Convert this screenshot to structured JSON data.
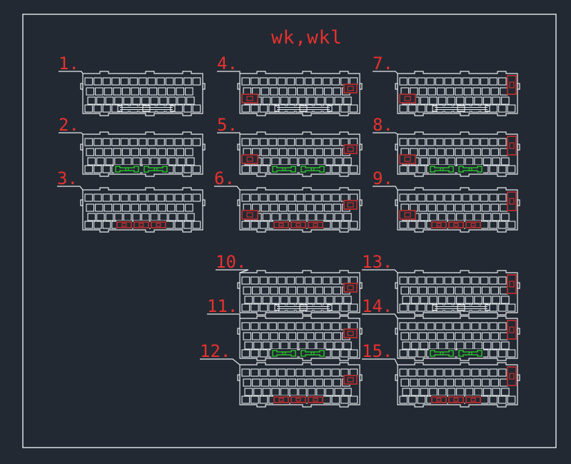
{
  "drawing": {
    "title": "wk,wkl",
    "colors": {
      "background": "#222932",
      "lines": "#e8ecef",
      "annotation_red": "#e8312f",
      "highlight_green": "#2ed42e"
    }
  },
  "layouts": [
    {
      "label": "1.",
      "right_mods": "none",
      "left_mod": false,
      "bottom": "bar"
    },
    {
      "label": "2.",
      "right_mods": "none",
      "left_mod": false,
      "bottom": "green"
    },
    {
      "label": "3.",
      "right_mods": "none",
      "left_mod": false,
      "bottom": "red"
    },
    {
      "label": "4.",
      "right_mods": "single",
      "left_mod": true,
      "bottom": "bar"
    },
    {
      "label": "5.",
      "right_mods": "single",
      "left_mod": true,
      "bottom": "green"
    },
    {
      "label": "6.",
      "right_mods": "single",
      "left_mod": true,
      "bottom": "red"
    },
    {
      "label": "7.",
      "right_mods": "double",
      "left_mod": true,
      "bottom": "bar"
    },
    {
      "label": "8.",
      "right_mods": "double",
      "left_mod": true,
      "bottom": "green"
    },
    {
      "label": "9.",
      "right_mods": "double",
      "left_mod": true,
      "bottom": "red"
    },
    {
      "label": "10.",
      "right_mods": "single",
      "left_mod": false,
      "bottom": "bar"
    },
    {
      "label": "11.",
      "right_mods": "single",
      "left_mod": false,
      "bottom": "green"
    },
    {
      "label": "12.",
      "right_mods": "single",
      "left_mod": false,
      "bottom": "red"
    },
    {
      "label": "13.",
      "right_mods": "double",
      "left_mod": false,
      "bottom": "bar"
    },
    {
      "label": "14.",
      "right_mods": "double",
      "left_mod": false,
      "bottom": "green"
    },
    {
      "label": "15.",
      "right_mods": "double",
      "left_mod": false,
      "bottom": "red"
    }
  ]
}
